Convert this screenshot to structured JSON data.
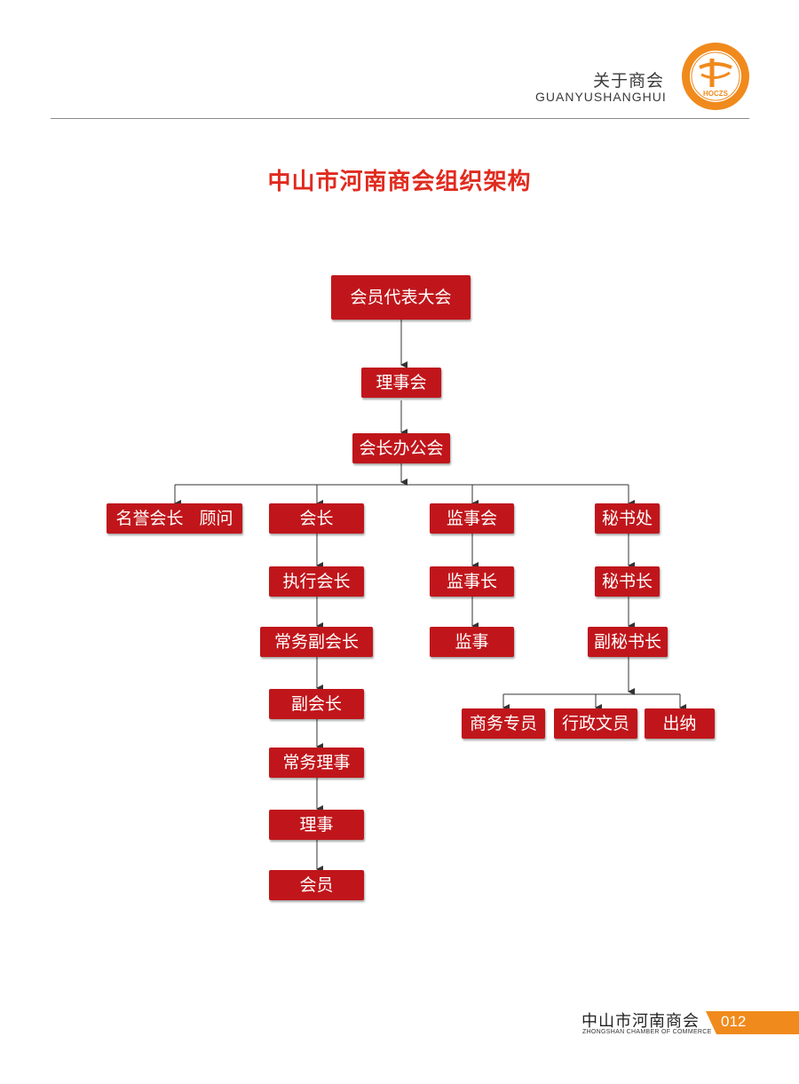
{
  "header": {
    "section_title_cn": "关于商会",
    "section_title_en": "GUANYUSHANGHUI",
    "logo_text": "HOCZS"
  },
  "title": "中山市河南商会组织架构",
  "org_chart": {
    "root": "会员代表大会",
    "level2": "理事会",
    "level3": "会长办公会",
    "branches": {
      "honorary": "名誉会长   顾问",
      "president": {
        "head": "会长",
        "chain": [
          "执行会长",
          "常务副会长",
          "副会长",
          "常务理事",
          "理事",
          "会员"
        ]
      },
      "supervisory": {
        "head": "监事会",
        "chain": [
          "监事长",
          "监事"
        ]
      },
      "secretariat": {
        "head": "秘书处",
        "chain": [
          "秘书长",
          "副秘书长"
        ],
        "staff": [
          "商务专员",
          "行政文员",
          "出纳"
        ]
      }
    }
  },
  "footer": {
    "org_name_cn": "中山市河南商会",
    "org_name_en": "ZHONGSHAN CHAMBER OF COMMERCE",
    "page_number": "012"
  },
  "colors": {
    "node_fill": "#c0161b",
    "title": "#e02b1f",
    "accent_orange": "#f08a1c",
    "line": "#333333"
  }
}
